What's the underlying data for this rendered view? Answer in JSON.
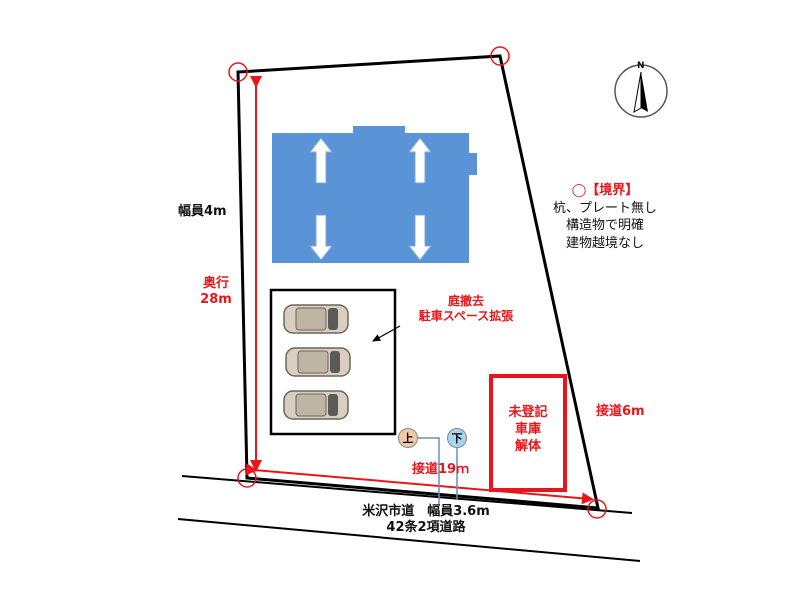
{
  "colors": {
    "building": "#5b94d6",
    "boundary_red": "#e8161b",
    "line": "#000000",
    "up_badge": "#f3c9a4",
    "down_badge": "#a9d4f0",
    "car_body": "#d8cfc0"
  },
  "compass": {
    "label": "N"
  },
  "left_width": "幅員4m",
  "depth_label": {
    "line1": "奥行",
    "line2": "28m"
  },
  "parking": {
    "line1": "庭撤去",
    "line2": "駐車スペース拡張"
  },
  "garage": {
    "line1": "未登記",
    "line2": "車庫",
    "line3": "解体"
  },
  "boundary_note": {
    "title": "◯【境界】",
    "line1": "杭、プレート無し",
    "line2": "構造物で明確",
    "line3": "建物越境なし"
  },
  "frontage_right": "接道6m",
  "frontage_bottom": "接道19ｍ",
  "road": {
    "line1": "米沢市道　幅員3.6m",
    "line2": "42条2項道路"
  },
  "badges": {
    "up": "上",
    "down": "下"
  },
  "icons": [
    "arrow-up-icon",
    "arrow-down-icon",
    "car-icon",
    "compass-icon"
  ]
}
